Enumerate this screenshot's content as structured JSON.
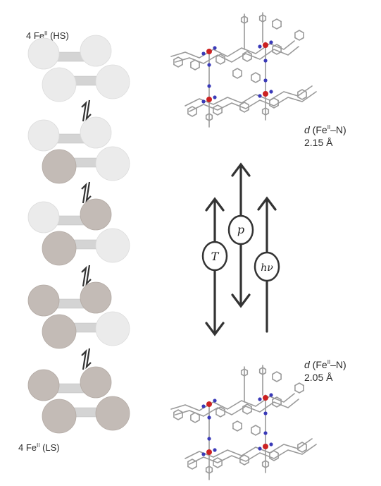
{
  "top_state": {
    "prefix": "4 Fe",
    "sup": "II",
    "suffix": " (HS)"
  },
  "bottom_state": {
    "prefix": "4 Fe",
    "sup": "II",
    "suffix": " (LS)"
  },
  "top_distance": {
    "d": "d",
    "open": " (Fe",
    "sup": "II",
    "close": "–N)",
    "value": "2.15 Å"
  },
  "bottom_distance": {
    "d": "d",
    "open": " (Fe",
    "sup": "II",
    "close": "–N)",
    "value": "2.05 Å"
  },
  "stimuli": {
    "temperature": "T",
    "pressure": "p",
    "light": "hν"
  },
  "cluster_states": [
    {
      "ls_count": 0,
      "spheres": [
        "hs",
        "hs",
        "hs",
        "hs"
      ]
    },
    {
      "ls_count": 1,
      "spheres": [
        "hs",
        "hs",
        "ls",
        "hs"
      ]
    },
    {
      "ls_count": 2,
      "spheres": [
        "hs",
        "ls",
        "ls",
        "hs"
      ]
    },
    {
      "ls_count": 3,
      "spheres": [
        "ls",
        "ls",
        "ls",
        "hs"
      ]
    },
    {
      "ls_count": 4,
      "spheres": [
        "ls",
        "ls",
        "ls",
        "ls"
      ]
    }
  ],
  "colors": {
    "hs": "#ebebeb",
    "ls": "#c3bbb6",
    "arrow": "#333333",
    "bond": "#d4d4d4",
    "iron": "#cc2222",
    "nitrogen": "#3a3ab8",
    "carbon": "#9a9a9a"
  }
}
